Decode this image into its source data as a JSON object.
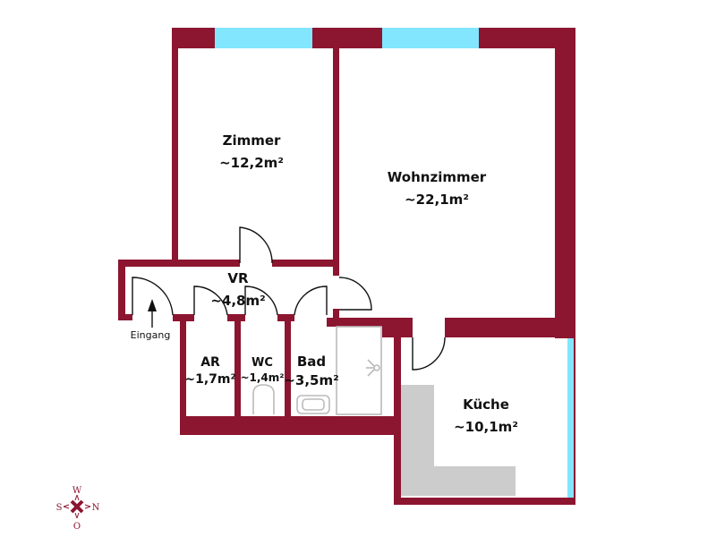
{
  "plan": {
    "rooms": [
      {
        "id": "zimmer",
        "name": "Zimmer",
        "area": "~12,2m²"
      },
      {
        "id": "wohnzimmer",
        "name": "Wohnzimmer",
        "area": "~22,1m²"
      },
      {
        "id": "vr",
        "name": "VR",
        "area": "~4,8m²"
      },
      {
        "id": "ar",
        "name": "AR",
        "area": "~1,7m²"
      },
      {
        "id": "wc",
        "name": "WC",
        "area": "~1,4m²"
      },
      {
        "id": "bad",
        "name": "Bad",
        "area": "~3,5m²"
      },
      {
        "id": "kueche",
        "name": "Küche",
        "area": "~10,1m²"
      }
    ],
    "entrance_label": "Eingang"
  },
  "compass": {
    "top": "W",
    "left": "S",
    "right": "N",
    "bottom": "O"
  },
  "colors": {
    "wall": "#8c1530",
    "window": "#82e6ff",
    "counter": "#cccccc"
  }
}
